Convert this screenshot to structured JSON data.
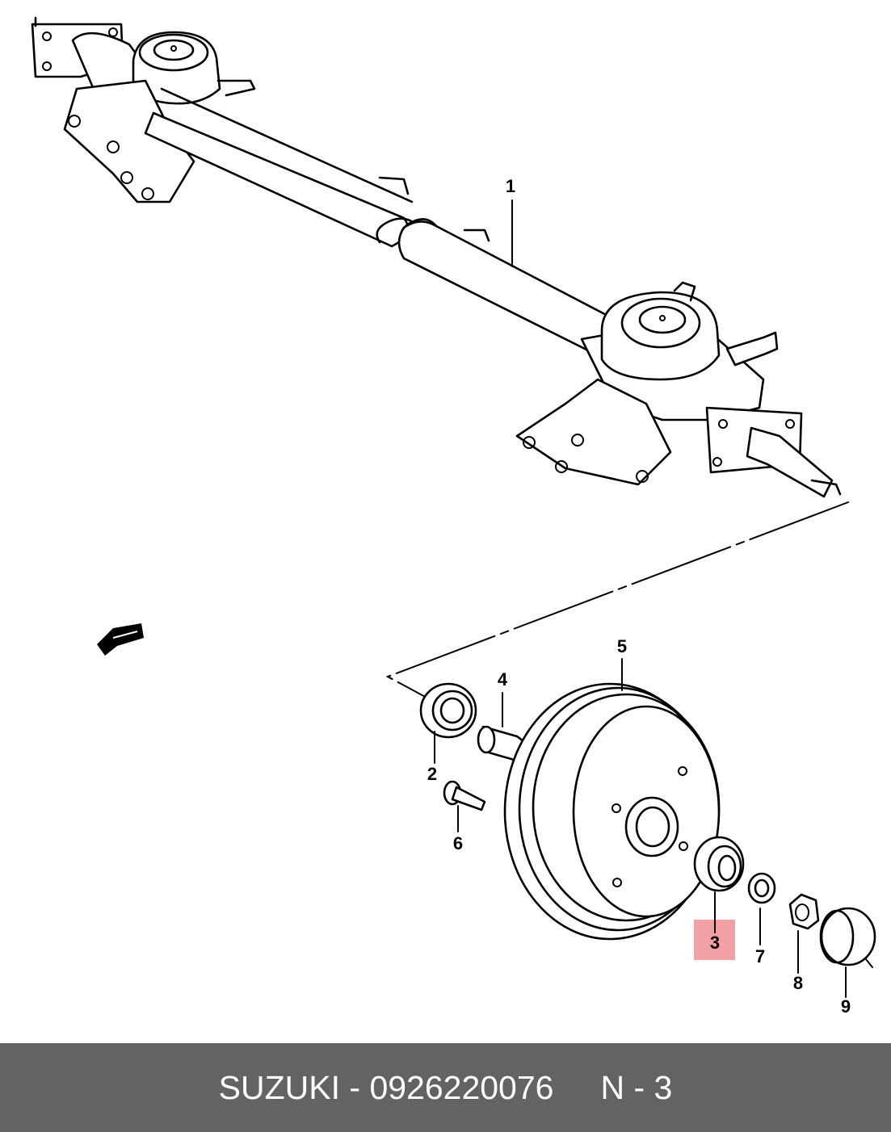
{
  "diagram": {
    "callouts": {
      "c1": "1",
      "c2": "2",
      "c3": "3",
      "c4": "4",
      "c5": "5",
      "c6": "6",
      "c7": "7",
      "c8": "8",
      "c9": "9"
    },
    "highlight_callout": "3",
    "highlight_color": "#f2a0a5"
  },
  "footer": {
    "part_text": "SUZUKI - 0926220076",
    "page_ref": "N - 3",
    "background": "#636363"
  }
}
